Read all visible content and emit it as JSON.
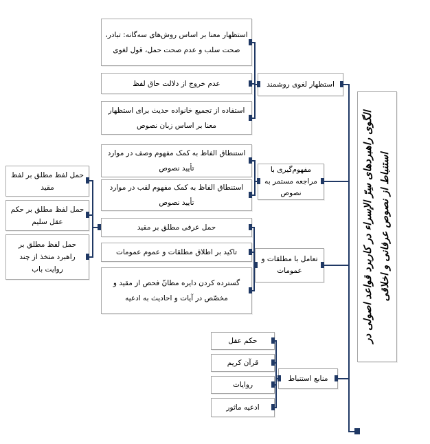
{
  "title": "الگوی راهبردهای سِرّ الإسراء در کاربرد قواعد اصولی در استنباط از نصوص عرفانی و اخلاقی",
  "branches": [
    {
      "label": "استظهار لغوی روشمند",
      "children": [
        {
          "text": "استظهار معنا بر اساس روش‌های سه‌گانه: تبادر، صحت سلب و عدم صحت حمل، قول لغوی"
        },
        {
          "text": "عدم خروج از دلالت حاق لفظ"
        },
        {
          "text": "استفاده از تجمیع خانواده حدیث برای استظهار معنا بر اساس زبان نصوص"
        }
      ]
    },
    {
      "label": "مفهوم‌گیری با مراجعه مستمر به نصوص",
      "children": [
        {
          "text": "استنطاق الفاظ به کمک مفهوم وصف در موارد تأیید نصوص"
        },
        {
          "text": "استنطاق الفاظ به کمک مفهوم لقب در موارد تأیید نصوص"
        }
      ]
    },
    {
      "label": "تعامل با مطلقات و عمومات",
      "children": [
        {
          "text": "حمل عرفی مطلق بر مقید",
          "children": [
            {
              "text": "حمل لفظ مطلق بر لفظ مقید"
            },
            {
              "text": "حمل لفظ مطلق بر حکم عقل سلیم"
            },
            {
              "text": "حمل لفظ مطلق بر راهبرد متخذ از چند روایت باب"
            }
          ]
        },
        {
          "text": "تاکید بر اطلاق مطلقات و عموم عمومات"
        },
        {
          "text": "گسترده کردن دایره مظانّ فحص از مقید و مخصّص در آیات و احادیث به ادعیه"
        }
      ]
    },
    {
      "label": "منابع استنباط",
      "children": [
        {
          "text": "حکم عقل"
        },
        {
          "text": "قرآن کریم"
        },
        {
          "text": "روایات"
        },
        {
          "text": "ادعیه ماثور"
        }
      ]
    }
  ],
  "colors": {
    "connector": "#1f3864",
    "border": "#a6a6a6",
    "background": "#ffffff",
    "text": "#000000"
  }
}
